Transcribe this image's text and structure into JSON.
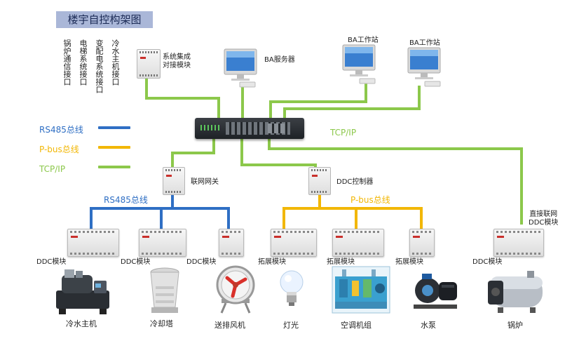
{
  "title": "楼宇自控构架图",
  "interfaces": [
    "锅炉通信接口",
    "电梯系统接口",
    "变配电系统接口",
    "冷水主机接口"
  ],
  "top_devices": {
    "integration_module": "系统集成\n对接模块",
    "server": "BA服务器",
    "workstation_1": "BA工作站",
    "workstation_2": "BA工作站"
  },
  "legend": [
    {
      "label": "RS485总线",
      "color": "#2f6fc4"
    },
    {
      "label": "P-bus总线",
      "color": "#f2b705"
    },
    {
      "label": "TCP/IP",
      "color": "#8cc84b"
    }
  ],
  "network_label": "TCP/IP",
  "gateway_label": "联网网关",
  "ddc_controller_label": "DDC控制器",
  "direct_ddc_label": "直接联网\nDDC模块",
  "rs485_bus_label": "RS485总线",
  "pbus_bus_label": "P-bus总线",
  "module_labels": [
    "DDC模块",
    "DDC模块",
    "DDC模块",
    "拓展模块",
    "拓展模块",
    "拓展模块",
    "DDC模块"
  ],
  "equipment_labels": [
    "冷水主机",
    "冷却塔",
    "送排风机",
    "灯光",
    "空调机组",
    "水泵",
    "锅炉"
  ]
}
